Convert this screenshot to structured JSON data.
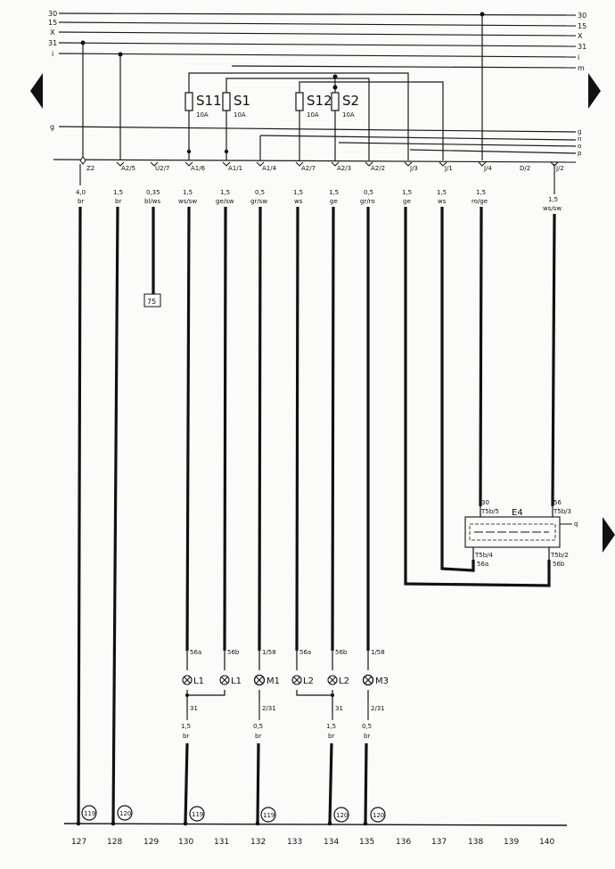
{
  "buses": {
    "left": [
      "30",
      "15",
      "X",
      "31",
      "i",
      "g"
    ],
    "right": [
      "30",
      "15",
      "X",
      "31",
      "i",
      "m",
      "g",
      "n",
      "o",
      "p"
    ]
  },
  "fuses": [
    {
      "id": "S11",
      "rating": "10A"
    },
    {
      "id": "S1",
      "rating": "10A"
    },
    {
      "id": "S12",
      "rating": "10A"
    },
    {
      "id": "S2",
      "rating": "10A"
    }
  ],
  "connectors": [
    "Z2",
    "A2/5",
    "U2/7",
    "A1/6",
    "A1/1",
    "A1/4",
    "A2/7",
    "A2/3",
    "A2/2",
    "J/3",
    "J/1",
    "J/4",
    "D/2",
    "J/2"
  ],
  "wires": [
    {
      "size": "4,0",
      "color": "br"
    },
    {
      "size": "1,5",
      "color": "br"
    },
    {
      "size": "0,35",
      "color": "bl/ws"
    },
    {
      "size": "1,5",
      "color": "ws/sw"
    },
    {
      "size": "1,5",
      "color": "ge/sw"
    },
    {
      "size": "0,5",
      "color": "gr/sw"
    },
    {
      "size": "1,5",
      "color": "ws"
    },
    {
      "size": "1,5",
      "color": "ge"
    },
    {
      "size": "0,5",
      "color": "gr/ro"
    },
    {
      "size": "1,5",
      "color": "ge"
    },
    {
      "size": "1,5",
      "color": "ws"
    },
    {
      "size": "1,5",
      "color": "ro/ge"
    },
    {
      "size": "",
      "color": ""
    },
    {
      "size": "1,5",
      "color": "ws/sw"
    }
  ],
  "ref_box": "75",
  "switch": {
    "id": "E4",
    "pins_top": [
      "30",
      "T5b/5",
      "56",
      "T5b/3"
    ],
    "pins_bottom": [
      "T5b/4",
      "56a",
      "T5b/2",
      "56b"
    ],
    "side": "q"
  },
  "lamp_pins_top": [
    "56a",
    "56b",
    "1/58",
    "56a",
    "56b",
    "1/58"
  ],
  "lamps": [
    "L1",
    "L1",
    "M1",
    "L2",
    "L2",
    "M3"
  ],
  "lamp_pins_bottom": [
    "31",
    "2/31",
    "31",
    "2/31"
  ],
  "lower_wires": [
    {
      "size": "1,5",
      "color": "br"
    },
    {
      "size": "0,5",
      "color": "br"
    },
    {
      "size": "1,5",
      "color": "br"
    },
    {
      "size": "0,5",
      "color": "br"
    }
  ],
  "ground_points": [
    "119",
    "120",
    "119",
    "119",
    "120",
    "120"
  ],
  "columns": [
    "127",
    "128",
    "129",
    "130",
    "131",
    "132",
    "133",
    "134",
    "135",
    "136",
    "137",
    "138",
    "139",
    "140"
  ]
}
